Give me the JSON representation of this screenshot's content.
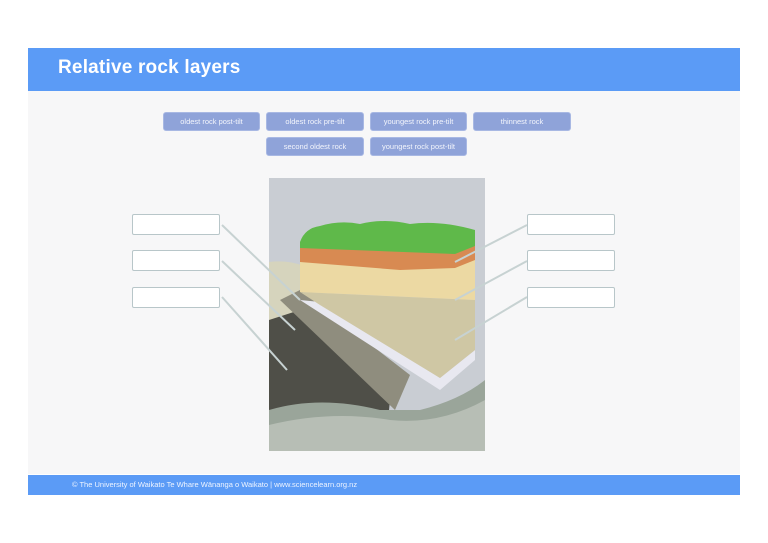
{
  "header": {
    "title": "Relative rock layers"
  },
  "chips": [
    {
      "label": "oldest rock post-tilt"
    },
    {
      "label": "oldest rock pre-tilt"
    },
    {
      "label": "youngest rock pre-tilt"
    },
    {
      "label": "thinnest rock"
    },
    {
      "label": "second oldest rock"
    },
    {
      "label": "youngest rock post-tilt"
    }
  ],
  "colors": {
    "header": "#5b9bf6",
    "chip": "#8fa3d9",
    "grass": "#5fb94a",
    "orange_layer": "#d88a52",
    "sand_layer": "#ecd9a3",
    "gray_layer": "#8f8d7e",
    "dark_layer": "#4f4f48",
    "sky": "#c9cdd3"
  },
  "footer": {
    "text": "© The University of Waikato Te Whare Wānanga o Waikato | www.sciencelearn.org.nz"
  }
}
